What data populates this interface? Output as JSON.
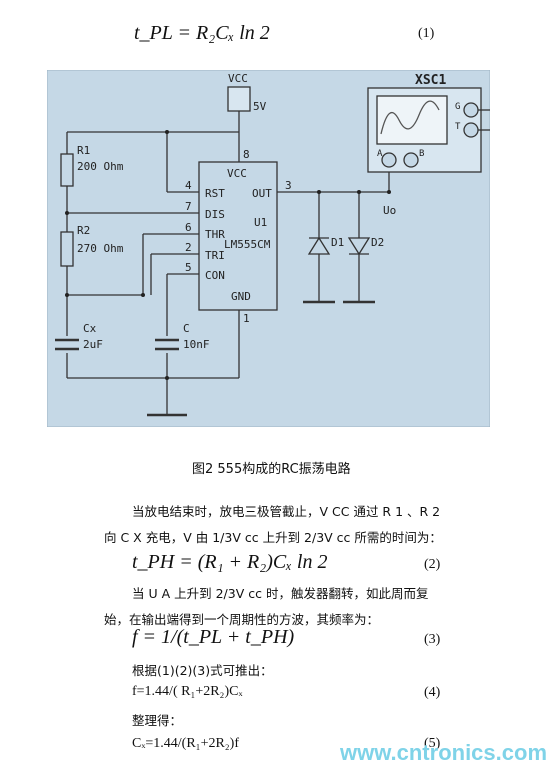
{
  "equations": {
    "eq1": {
      "text": "t_PL = R₂Cₓ ln 2",
      "number": "(1)"
    },
    "eq2": {
      "text": "t_PH = (R₁ + R₂)Cₓ ln 2",
      "number": "(2)"
    },
    "eq3": {
      "text": "f = 1/(t_PL + t_PH)",
      "number": "(3)"
    },
    "eq4": {
      "text": "f=1.44/( R₁+2R₂)Cₓ",
      "number": "(4)"
    },
    "eq5": {
      "text": "Cₓ=1.44/(R₁+2R₂)f",
      "number": "(5)"
    }
  },
  "diagram": {
    "vcc_label": "VCC",
    "vcc_value": "5V",
    "xsc_label": "XSC1",
    "scope_g": "G",
    "scope_t": "T",
    "scope_a": "A",
    "scope_b": "B",
    "r1_name": "R1",
    "r1_value": "200 Ohm",
    "r2_name": "R2",
    "r2_value": "270 Ohm",
    "cx_name": "Cx",
    "cx_value": "2uF",
    "c_name": "C",
    "c_value": "10nF",
    "ic_vcc": "VCC",
    "ic_rst": "RST",
    "ic_out": "OUT",
    "ic_dis": "DIS",
    "ic_u1": "U1",
    "ic_thr": "THR",
    "ic_part": "LM555CM",
    "ic_tri": "TRI",
    "ic_con": "CON",
    "ic_gnd": "GND",
    "pin8": "8",
    "pin4": "4",
    "pin7": "7",
    "pin6": "6",
    "pin2": "2",
    "pin5": "5",
    "pin3": "3",
    "pin1": "1",
    "d1": "D1",
    "d2": "D2",
    "uo": "Uo"
  },
  "caption": "图2 555构成的RC振荡电路",
  "para1": {
    "line1": "当放电结束时，放电三极管截止，V CC 通过 R 1 、R 2",
    "line2": "向 C X 充电，V 由 1/3V cc 上升到 2/3V cc 所需的时间为："
  },
  "para2": {
    "line1": "当 U A 上升到 2/3V cc 时，触发器翻转，如此周而复",
    "line2": "始，在输出端得到一个周期性的方波，其频率为："
  },
  "para3": "根据(1)(2)(3)式可推出：",
  "para4": "整理得：",
  "watermark": "www.cntronics.com"
}
